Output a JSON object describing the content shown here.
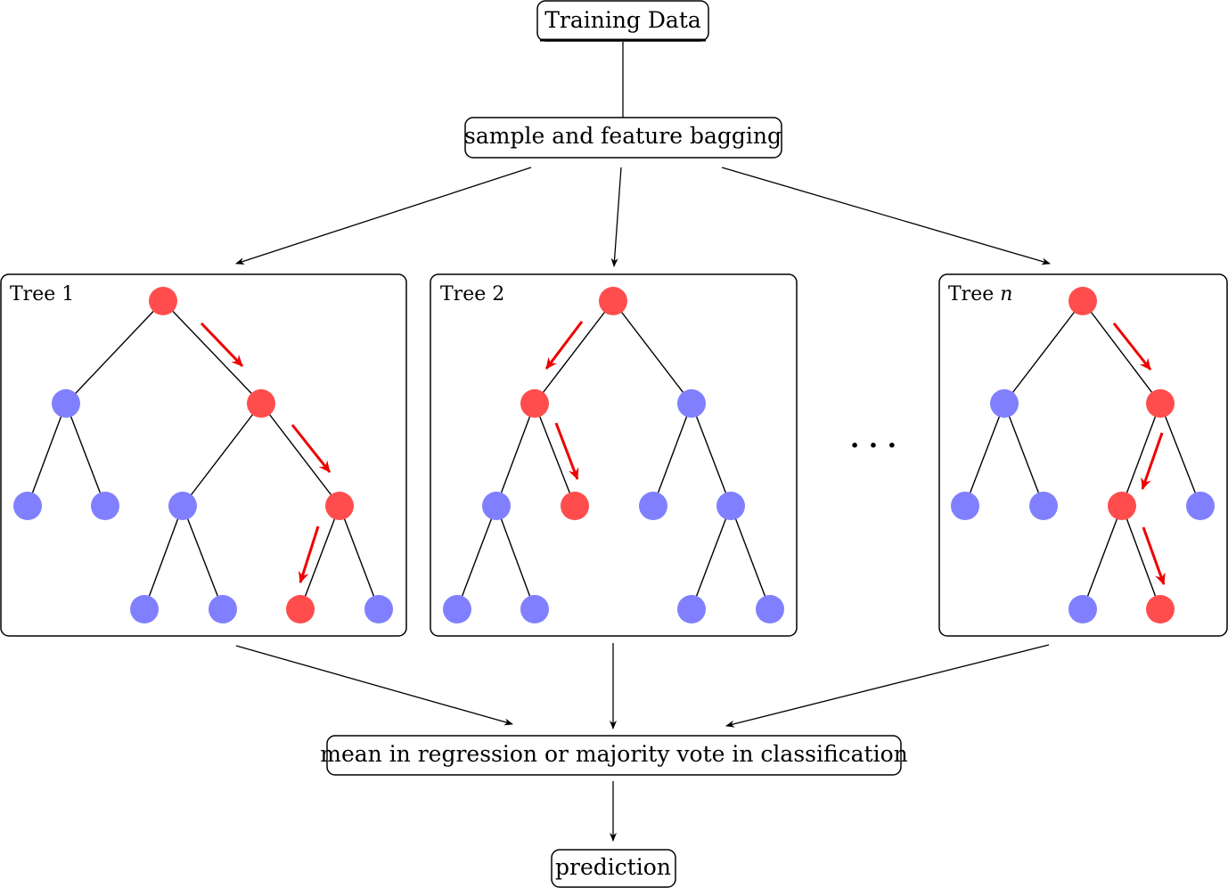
{
  "nodes": {
    "training_data": "Training Data",
    "bagging": "sample and feature bagging",
    "aggregate": "mean in regression or majority vote in classification",
    "prediction": "prediction"
  },
  "trees": [
    {
      "title": "Tree 1",
      "title_base": "Tree ",
      "title_var": ""
    },
    {
      "title": "Tree 2",
      "title_base": "Tree ",
      "title_var": ""
    },
    {
      "title": "Tree n",
      "title_base": "Tree ",
      "title_var": "n"
    }
  ],
  "ellipsis": "· · ·",
  "colors": {
    "decision_path_node": "#ff4d4d",
    "other_node": "#8080ff",
    "path_arrow": "#ee0000"
  }
}
